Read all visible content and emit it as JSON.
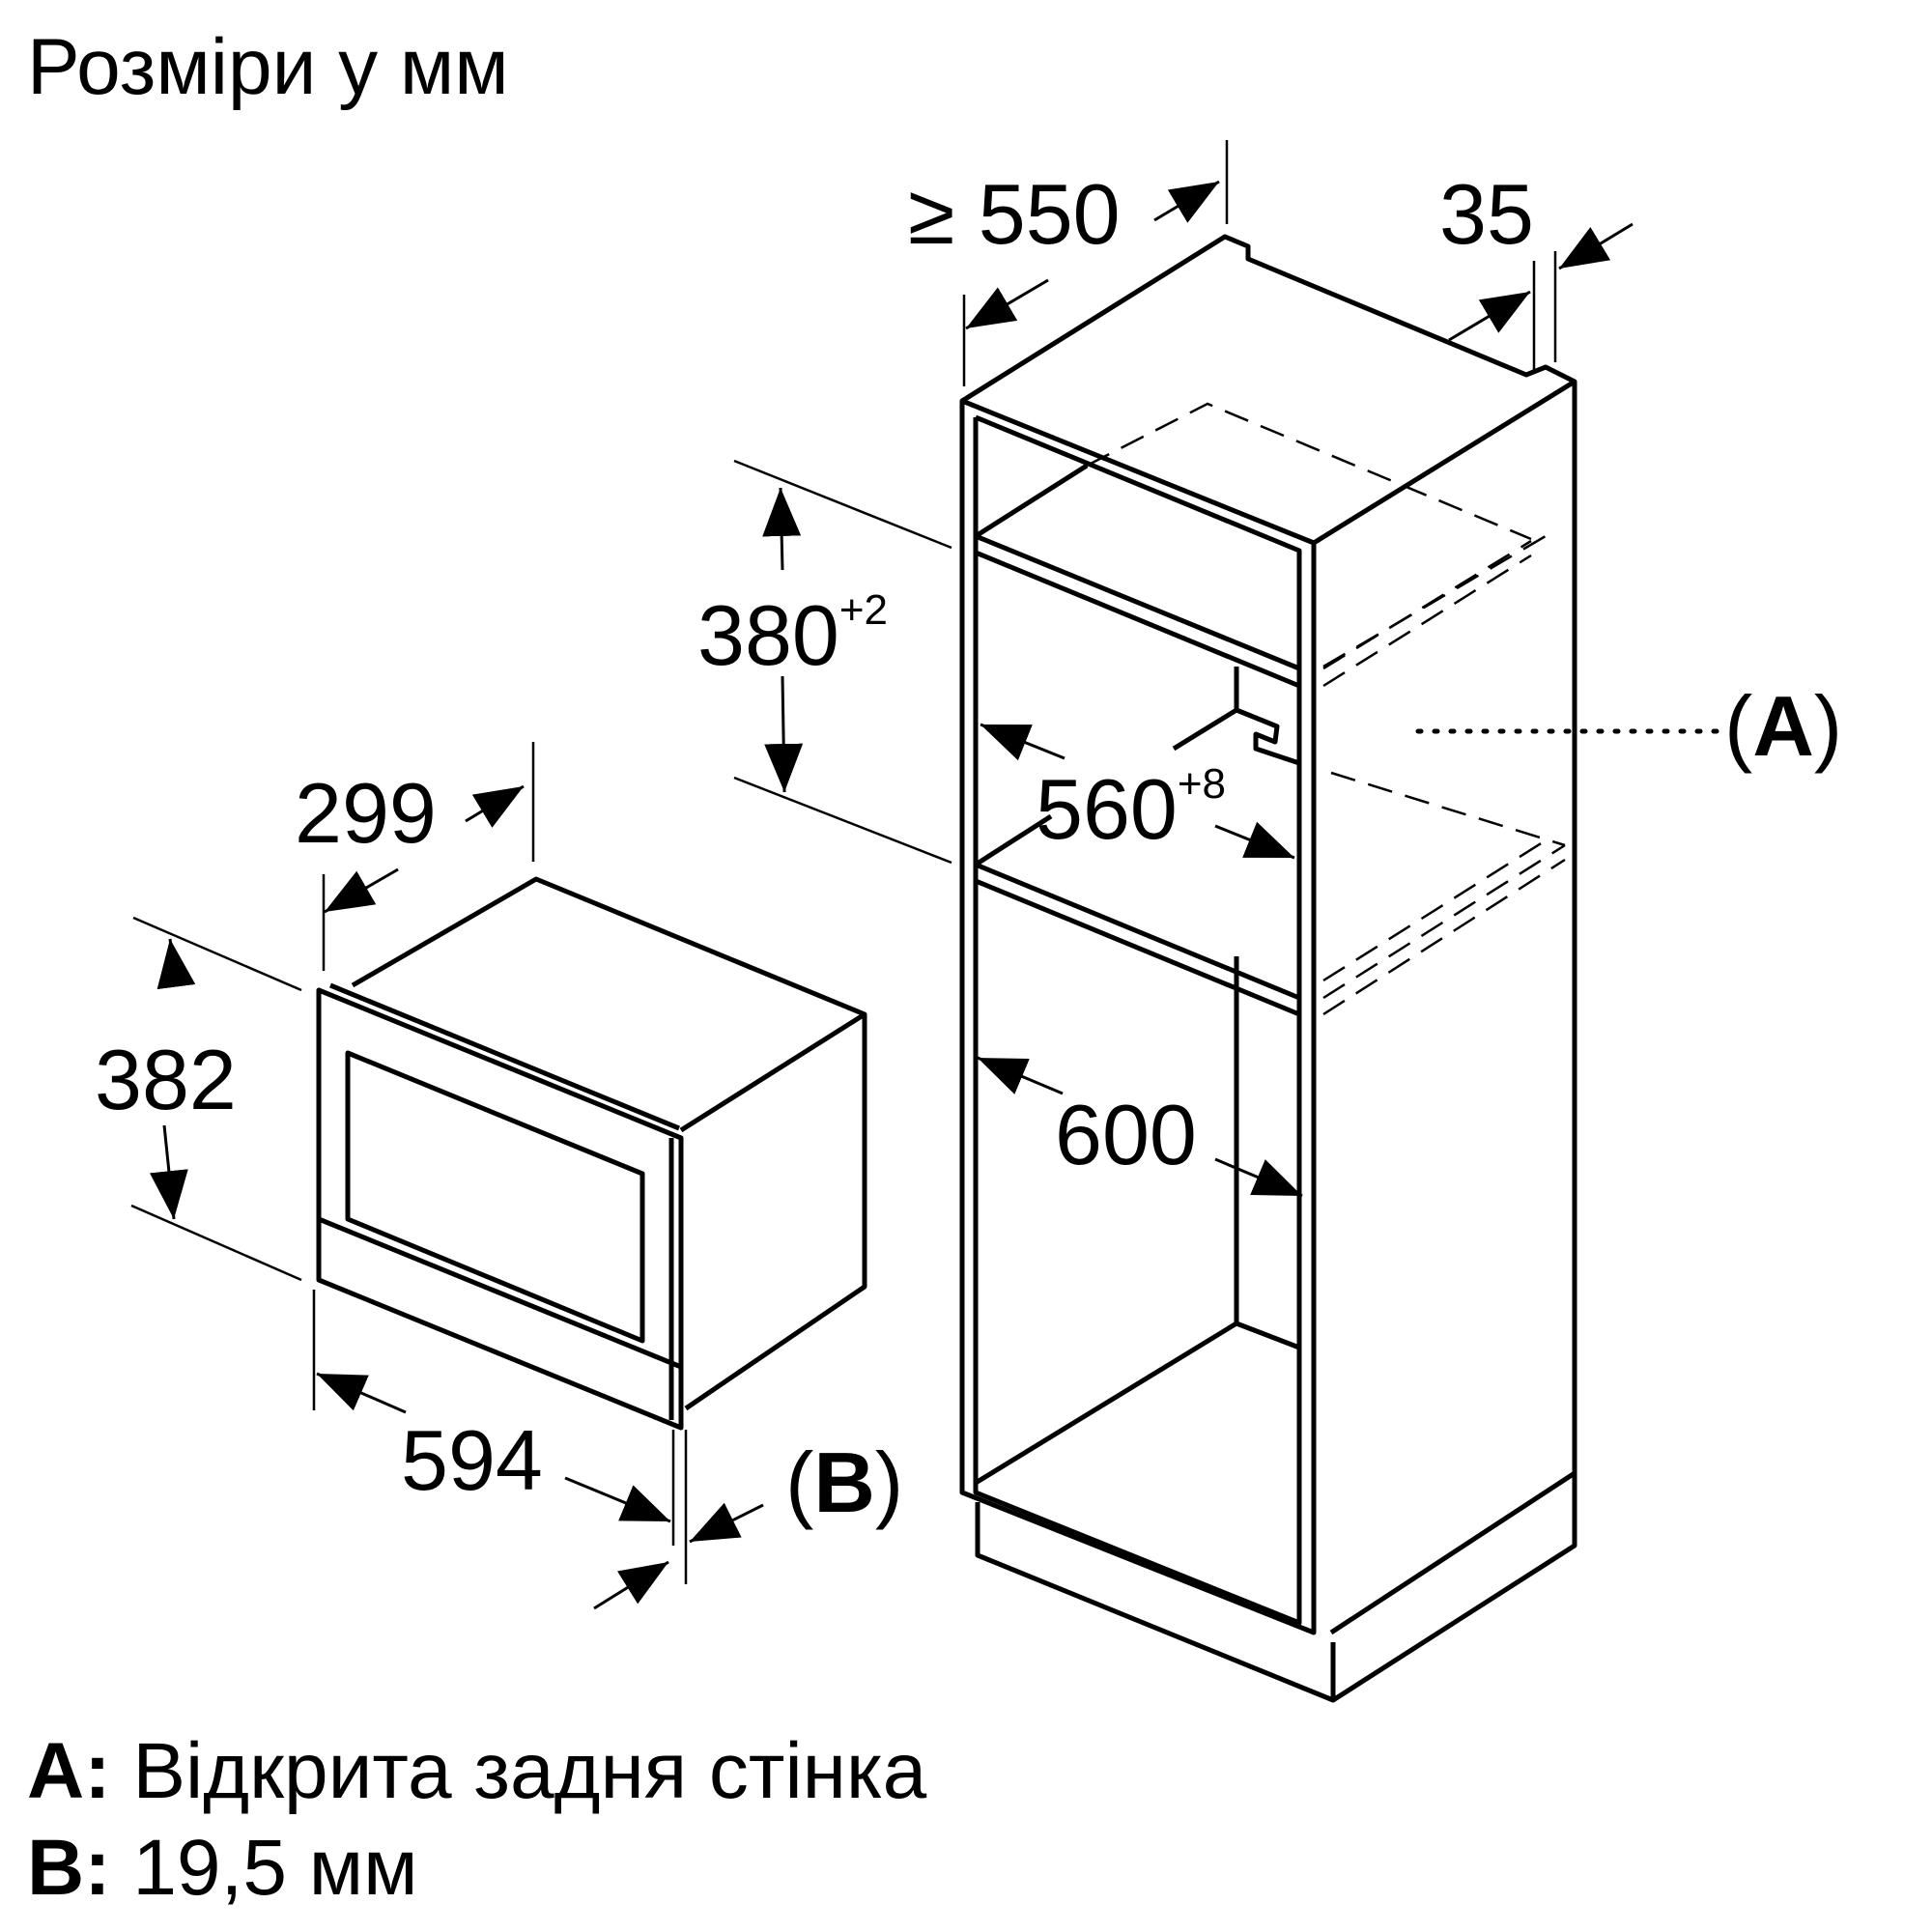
{
  "title": "Розміри у мм",
  "microwave": {
    "height": "382",
    "depth": "299",
    "width": "594",
    "callout_b": "B"
  },
  "cabinet": {
    "depth_min": "≥ 550",
    "offset": "35",
    "niche_height": "380",
    "niche_height_tol": "+2",
    "niche_width": "560",
    "niche_width_tol": "+8",
    "outer_width": "600",
    "callout_a": "A"
  },
  "legend": [
    {
      "key": "A:",
      "text": "Відкрита задня стінка"
    },
    {
      "key": "B:",
      "text": "19,5 мм"
    }
  ]
}
